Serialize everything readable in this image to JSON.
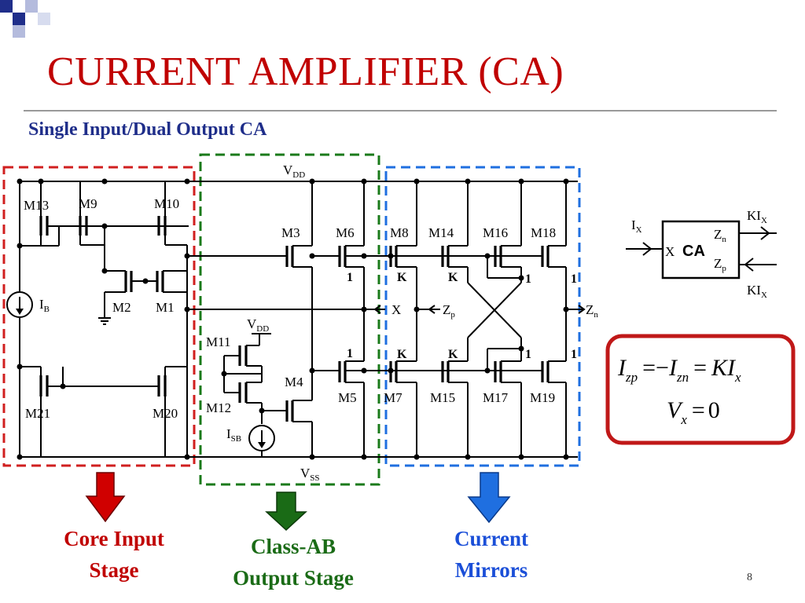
{
  "slide": {
    "title": "CURRENT AMPLIFIER (CA)",
    "subtitle": "Single Input/Dual Output CA",
    "page_number": "8",
    "brand_colors": {
      "title": "#c00000",
      "subtitle": "#1f2e8a",
      "core": "#d01f1f",
      "classab": "#1a7a1a",
      "mirrors": "#1f6fe0"
    }
  },
  "stages": {
    "core_input": "Core Input\nStage",
    "class_ab": "Class-AB\nOutput Stage",
    "current_mirrors": "Current\nMirrors"
  },
  "circuit": {
    "supply_top": "V",
    "supply_top_sub": "DD",
    "supply_bottom": "V",
    "supply_bottom_sub": "SS",
    "supply_local": "V",
    "supply_local_sub": "DD",
    "bias_ib": "I",
    "bias_ib_sub": "B",
    "bias_isb": "I",
    "bias_isb_sub": "SB",
    "transistors": {
      "m13": "M13",
      "m9": "M9",
      "m10": "M10",
      "m2": "M2",
      "m1": "M1",
      "m21": "M21",
      "m20": "M20",
      "m11": "M11",
      "m12": "M12",
      "m3": "M3",
      "m4": "M4",
      "m6": "M6",
      "m5": "M5",
      "m8": "M8",
      "m7": "M7",
      "m14": "M14",
      "m15": "M15",
      "m16": "M16",
      "m17": "M17",
      "m18": "M18",
      "m19": "M19"
    },
    "ratios": {
      "m6": "1",
      "m5": "1",
      "m8": "K",
      "m7": "K",
      "m14": "K",
      "m15": "K",
      "m16": "1",
      "m17": "1",
      "m18": "1",
      "m19": "1"
    },
    "nodes": {
      "x": "X",
      "zp": "Z",
      "zp_sub": "p",
      "zn": "Z",
      "zn_sub": "n"
    }
  },
  "symbol": {
    "block": "CA",
    "port_x": "X",
    "port_zn": "Z",
    "port_zn_sub": "n",
    "port_zp": "Z",
    "port_zp_sub": "p",
    "input_current": "I",
    "input_current_sub": "X",
    "output_top": "KI",
    "output_top_sub": "X",
    "output_bottom": "KI",
    "output_bottom_sub": "X"
  },
  "equations": {
    "line1": {
      "a": "I",
      "a_sub": "zp",
      "op1": "=−",
      "b": "I",
      "b_sub": "zn",
      "op2": "=",
      "c": "KI",
      "c_sub": "x"
    },
    "line2": {
      "a": "V",
      "a_sub": "x",
      "op": "=",
      "val": "0"
    }
  }
}
